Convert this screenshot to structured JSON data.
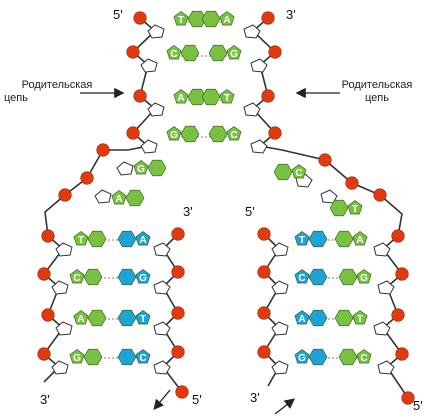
{
  "labels": {
    "left_parent": [
      "Родительская",
      "цепь"
    ],
    "right_parent": [
      "Родительская",
      "цепь"
    ]
  },
  "ends": {
    "top_left": "5'",
    "top_right": "3'",
    "lower_left_top": "3'",
    "lower_right_top": "5'",
    "lower_left_bottom_3": "3'",
    "lower_left_bottom_5": "5'",
    "lower_right_bottom_3": "3'",
    "lower_right_bottom_5": "5'"
  },
  "bases": {
    "top_left": [
      "T",
      "C",
      "A",
      "G"
    ],
    "top_right": [
      "A",
      "G",
      "T",
      "C"
    ],
    "left_unpaired": [
      "G",
      "A"
    ],
    "right_unpaired": [
      "C",
      "T"
    ],
    "lower_left_template": [
      "T",
      "C",
      "A",
      "G"
    ],
    "lower_left_new": [
      "A",
      "G",
      "T",
      "C"
    ],
    "lower_right_new": [
      "T",
      "C",
      "A",
      "G"
    ],
    "lower_right_template": [
      "A",
      "G",
      "T",
      "C"
    ]
  },
  "colors": {
    "phosphate": "#e03a10",
    "template_base": "#7ac143",
    "new_base": "#1ea3d4",
    "strand": "#333333"
  }
}
